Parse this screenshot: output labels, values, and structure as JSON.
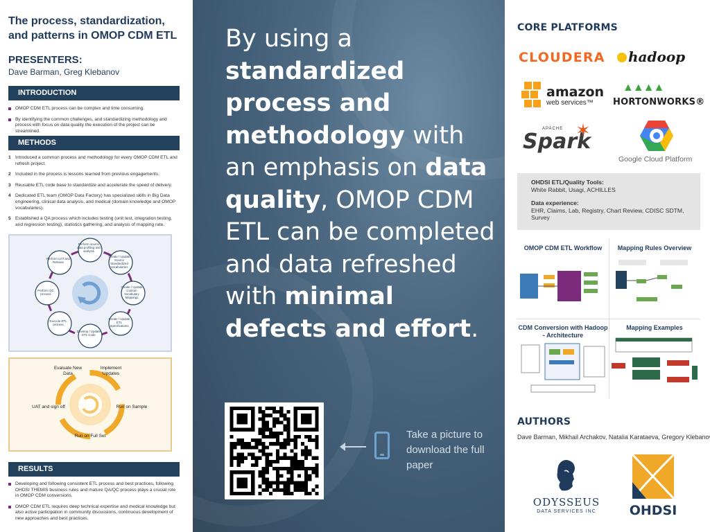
{
  "left": {
    "title": "The process, standardization, and patterns in OMOP CDM ETL",
    "presenters_heading": "PRESENTERS:",
    "presenters": "Dave Barman, Greg Klebanov",
    "introduction": {
      "heading": "INTRODUCTION",
      "items": [
        "OMOP CDM ETL process can be complex and time consuming.",
        "By identifying the common challenges, and standardizing methodology and process with focus on data quality the execution of the project can be streamlined."
      ]
    },
    "methods": {
      "heading": "METHODS",
      "items": [
        "Introduced a common process and methodology for every OMOP CDM ETL and refresh project.",
        "Included in the process is lessons learned from previous engagements.",
        "Reusable ETL code base to standardize and accelerate the speed of delivery.",
        "Dedicated ETL team (OMOP Data Factory) has specialized skills in Big Data engineering, clinical data analysis, and medical (domain knowledge and OMOP vocabularies).",
        "Established a QA process which includes testing (unit test, integration testing, and regression testing), statistics gathering, and analysis of mapping rate."
      ]
    },
    "cycle1": {
      "nodes": [
        "Perform source data profiling and analysis",
        "Create / Update Source Standardized Vocabularies",
        "Create / Update Custom Vocabulary Mappings",
        "Create / Update ETL Specifications",
        "Develop / Update ETL Code",
        "Execute ETL process",
        "Perform QC process",
        "Perform UAT and Release"
      ]
    },
    "cycle2": {
      "nodes": [
        "Evaluate New Data",
        "Implement Updates",
        "Run on Sample",
        "Run on Full Set",
        "UAT and sign off"
      ]
    },
    "results": {
      "heading": "RESULTS",
      "items": [
        "Developing and following consistent ETL process and best practices, following OHDSI THEMIS business rules and mature QA/QC process plays a crucial role in OMOP CDM conversions.",
        "OMOP CDM ETL requires deep technical expertise and medical knowledge but also active participation in community discussions, continuous development of new approaches and best practices."
      ]
    }
  },
  "center": {
    "message": [
      {
        "text": "By using a ",
        "bold": false
      },
      {
        "text": "standardized process and methodology",
        "bold": true
      },
      {
        "text": " with an emphasis on ",
        "bold": false
      },
      {
        "text": "data quality",
        "bold": true
      },
      {
        "text": ", OMOP CDM ETL can be completed and data refreshed with ",
        "bold": false
      },
      {
        "text": "minimal defects and effort",
        "bold": true
      },
      {
        "text": ".",
        "bold": false
      }
    ],
    "cta": "Take a picture to download the full paper",
    "accent": "#6fa3d0"
  },
  "right": {
    "core_platforms_heading": "CORE PLATFORMS",
    "platforms": {
      "cloudera": "CLOUDERA",
      "hadoop": "hadoop",
      "amazon_line1": "amazon",
      "amazon_line2": "web services™",
      "hortonworks": "HORTONWORKS®",
      "spark_prefix": "APACHE",
      "spark": "Spark",
      "google": "Google Cloud Platform"
    },
    "tools": {
      "heading": "OHDSI ETL/Quality Tools:",
      "value": "White Rabbit, Usagi, ACHILLES",
      "data_heading": "Data experience:",
      "data_value": "EHR, Claims, Lab, Registry, Chart Review, CDISC SDTM, Survey"
    },
    "thumbnails": [
      "OMOP CDM ETL Workflow",
      "Mapping Rules Overview",
      "CDM Conversion with Hadoop - Architecture",
      "Mapping Examples"
    ],
    "authors_heading": "AUTHORS",
    "authors": "Dave Barman, Mikhail Archakov, Natalia Karataeva, Gregory Klebanov",
    "odysseus_line1": "ODYSSEUS",
    "odysseus_line2": "DATA SERVICES INC",
    "ohdsi": "OHDSI"
  }
}
